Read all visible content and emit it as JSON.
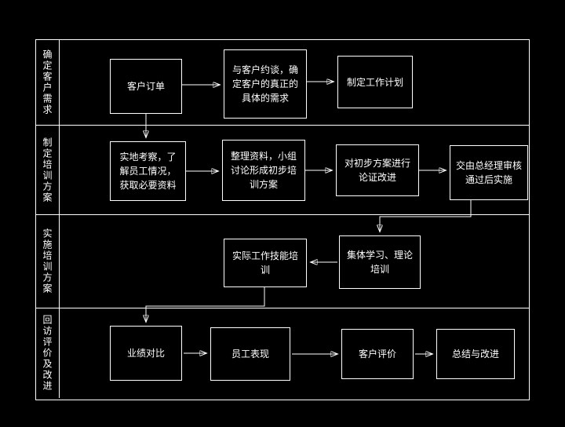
{
  "lanes": [
    {
      "label": "确定客户需求"
    },
    {
      "label": "制定培训方案"
    },
    {
      "label": "实施培训方案"
    },
    {
      "label": "回访评价及改进"
    }
  ],
  "nodes": {
    "customer_order": {
      "text": "客户订单"
    },
    "interview": {
      "text": "与客户约谈，确定客户的真正的具体的需求"
    },
    "work_plan": {
      "text": "制定工作计划"
    },
    "field_visit": {
      "text": "实地考察，了解员工情况，获取必要资料"
    },
    "organize_materials": {
      "text": "整理资料，小组讨论形成初步培训方案"
    },
    "refine_plan": {
      "text": "对初步方案进行论证改进"
    },
    "gm_approval": {
      "text": "交由总经理审核通过后实施"
    },
    "practical_training": {
      "text": "实际工作技能培训"
    },
    "collective_learning": {
      "text": "集体学习、理论培训"
    },
    "performance_comparison": {
      "text": "业绩对比"
    },
    "employee_performance": {
      "text": "员工表现"
    },
    "customer_evaluation": {
      "text": "客户评价"
    },
    "summary_improvement": {
      "text": "总结与改进"
    }
  },
  "colors": {
    "background": "#000000",
    "stroke": "#ffffff",
    "text": "#ffffff"
  }
}
